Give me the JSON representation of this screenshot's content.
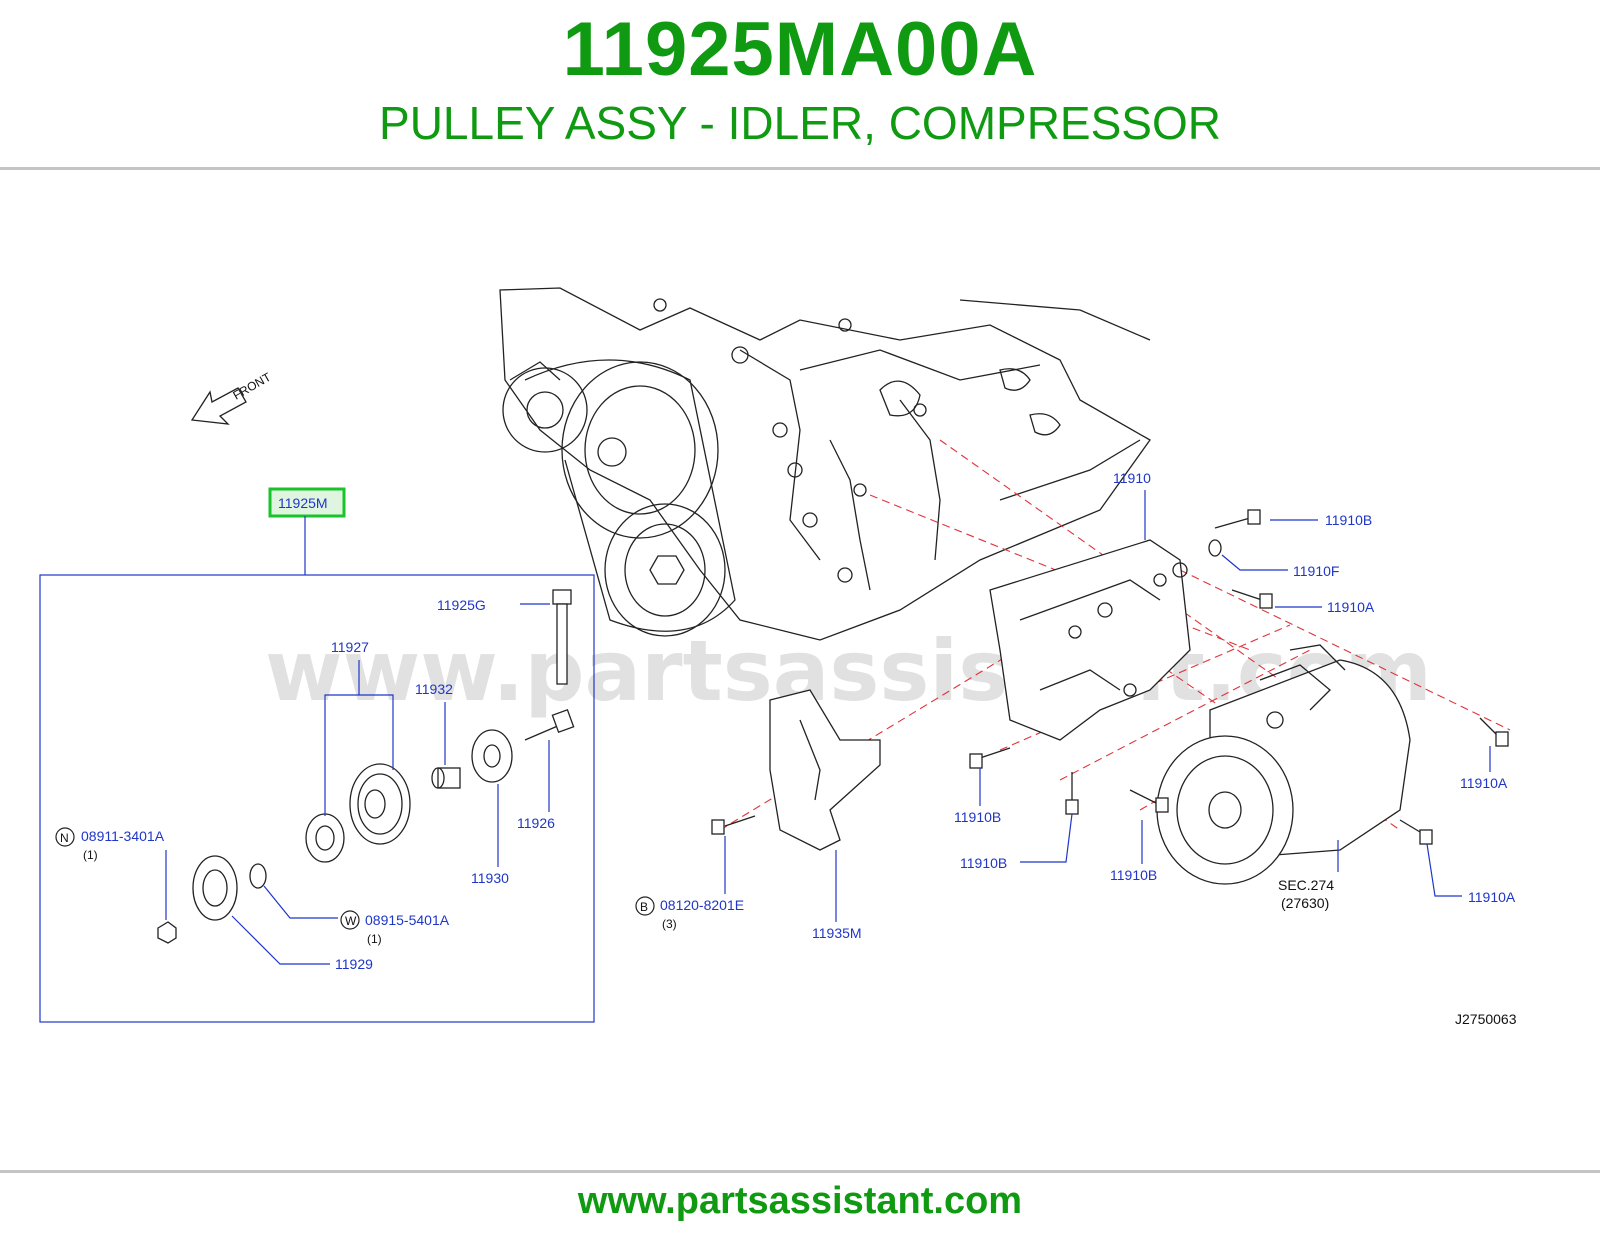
{
  "header": {
    "part_number": "11925MA00A",
    "description": "PULLEY ASSY - IDLER, COMPRESSOR"
  },
  "diagram": {
    "watermark": "www.partsassistant.com",
    "front_label": "FRONT",
    "highlight_color": "#18c42a",
    "highlighted_part": "11925M",
    "labels": {
      "p11925G": "11925G",
      "p11927": "11927",
      "p11932": "11932",
      "p11926": "11926",
      "p11930": "11930",
      "p11929": "11929",
      "p089113401A": "08911-3401A",
      "p089113401A_qty": "(1)",
      "p089155401A": "08915-5401A",
      "p089155401A_qty": "(1)",
      "p081208201E": "08120-8201E",
      "p081208201E_qty": "(3)",
      "p11935M": "11935M",
      "p11910": "11910",
      "p11910B_1": "11910B",
      "p11910F": "11910F",
      "p11910A_1": "11910A",
      "p11910A_2": "11910A",
      "p11910A_3": "11910A",
      "p11910B_2": "11910B",
      "p11910B_3": "11910B",
      "p11910B_4": "11910B",
      "sec": "SEC.274",
      "sec_sub": "(27630)",
      "drawing_id": "J2750063"
    },
    "callout_letters": {
      "n": "N",
      "w": "W",
      "b": "B"
    }
  },
  "footer": {
    "url": "www.partsassistant.com"
  }
}
